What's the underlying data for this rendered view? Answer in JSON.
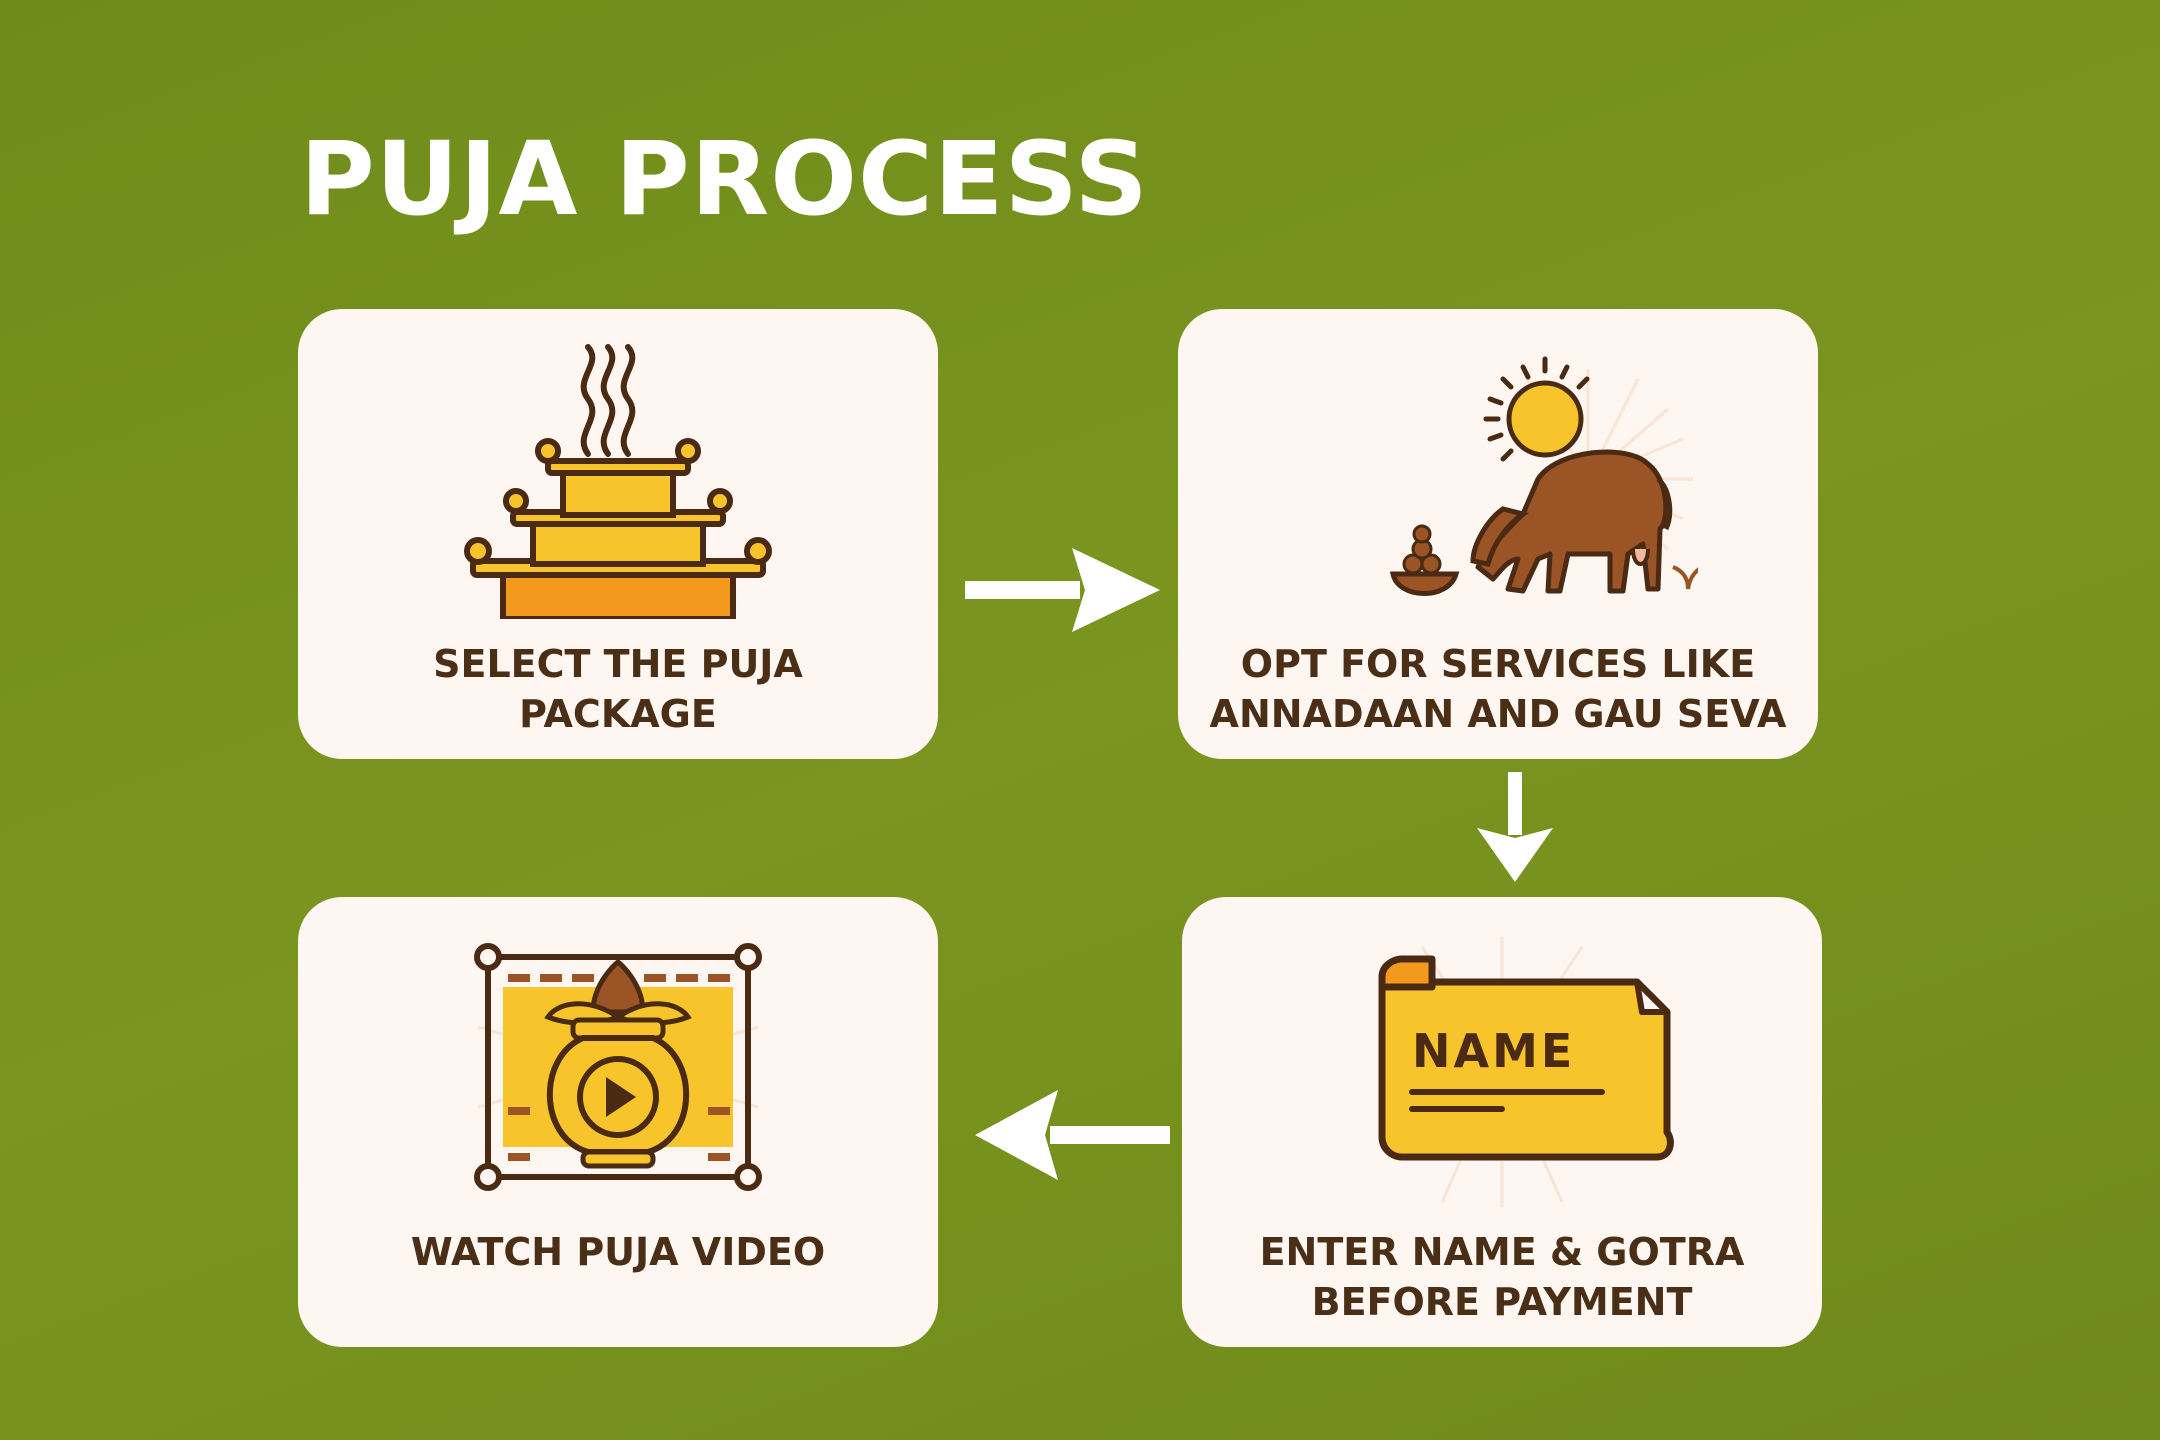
{
  "title": "PUJA PROCESS",
  "steps": [
    {
      "label": "SELECT THE PUJA\nPACKAGE",
      "icon": "puja-altar-icon"
    },
    {
      "label": "OPT FOR SERVICES LIKE\nANNADAAN AND GAU SEVA",
      "icon": "cow-sun-icon"
    },
    {
      "label": "ENTER NAME & GOTRA\nBEFORE PAYMENT",
      "icon": "name-scroll-icon",
      "icon_text": "NAME"
    },
    {
      "label": "WATCH PUJA VIDEO",
      "icon": "kalash-video-icon"
    }
  ],
  "colors": {
    "background": "#76911d",
    "card": "#fdf6f1",
    "text": "#4a2e16",
    "accent_yellow": "#f7c52b",
    "accent_orange": "#f39a1e",
    "outline": "#4a2a12",
    "cow_brown": "#9a5426"
  },
  "arrows": [
    "right",
    "down",
    "left"
  ]
}
